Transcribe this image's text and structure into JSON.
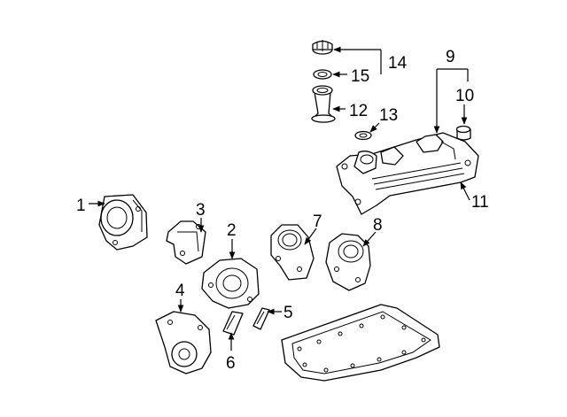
{
  "callouts": {
    "p1": "1",
    "p2": "2",
    "p3": "3",
    "p4": "4",
    "p5": "5",
    "p6": "6",
    "p7": "7",
    "p8": "8",
    "p9": "9",
    "p10": "10",
    "p11": "11",
    "p12": "12",
    "p13": "13",
    "p14": "14",
    "p15": "15"
  }
}
